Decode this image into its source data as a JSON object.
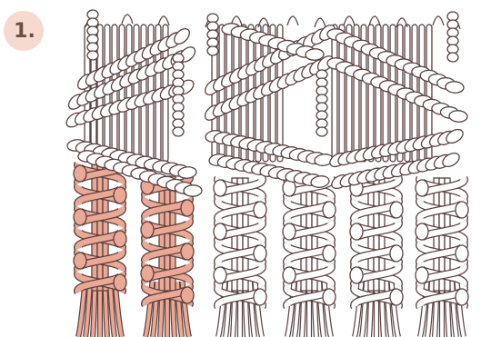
{
  "step": {
    "label": "1."
  },
  "colors": {
    "badge": "#f6d9cf",
    "outline": "#5a4240",
    "cord_white": "#ffffff",
    "cord_highlight": "#eba894",
    "background": "#ffffff"
  },
  "illustration": {
    "subject": "macrame-knot-pattern",
    "highlighted_group": "left-sinnets"
  }
}
